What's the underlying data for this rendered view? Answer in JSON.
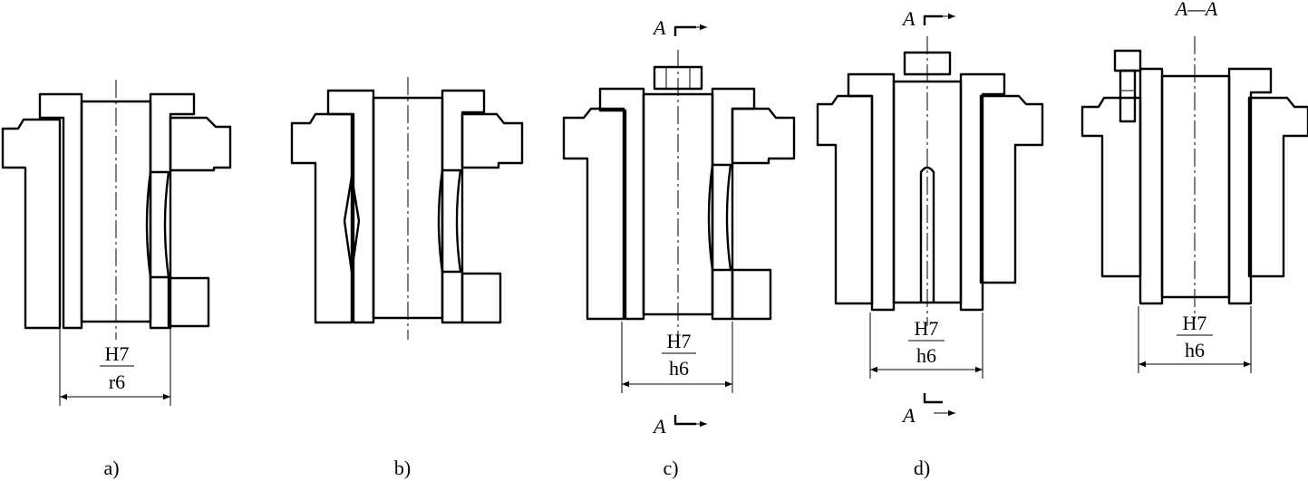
{
  "figures": [
    {
      "caption": "a)",
      "fit_top": "H7",
      "fit_bottom": "r6"
    },
    {
      "caption": "b)"
    },
    {
      "caption": "c)",
      "fit_top": "H7",
      "fit_bottom": "h6",
      "section_mark": "A"
    },
    {
      "caption": "d)",
      "fit_top": "H7",
      "fit_bottom": "h6",
      "section_mark": "A"
    },
    {
      "caption": "",
      "fit_top": "H7",
      "fit_bottom": "h6",
      "view_title": "A—A"
    }
  ],
  "colors": {
    "line": "#000000",
    "background": "#ffffff"
  }
}
